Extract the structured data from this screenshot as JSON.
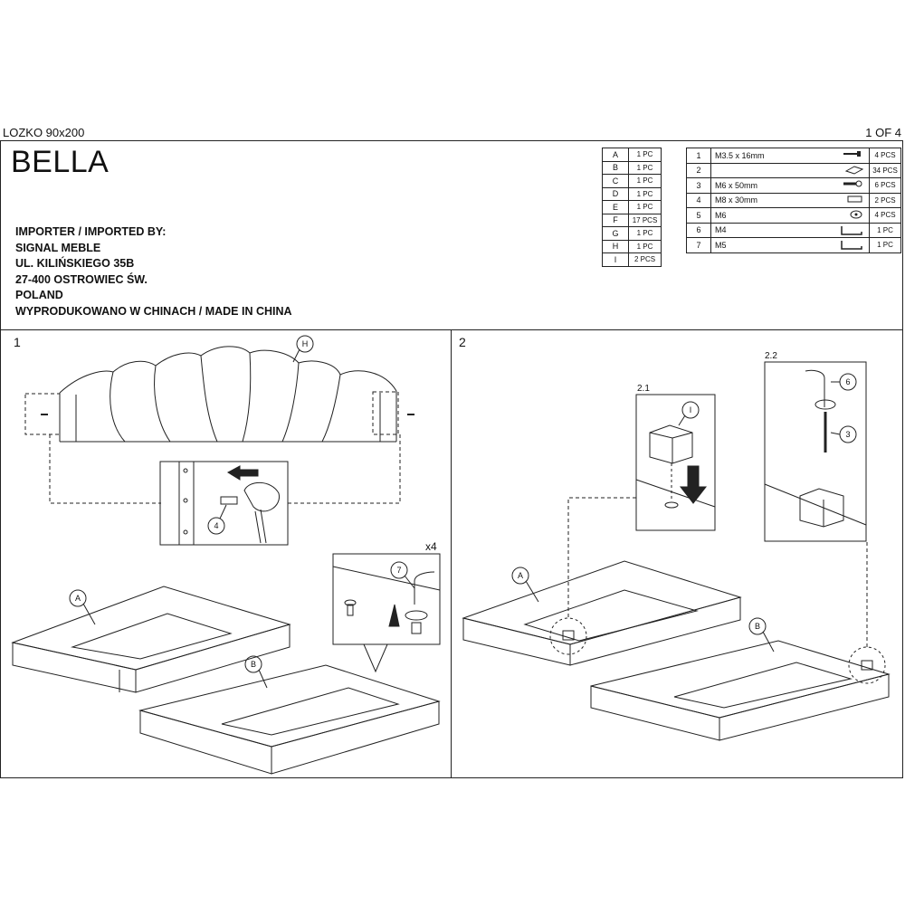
{
  "header": {
    "model": "LOZKO 90x200",
    "page": "1 OF 4"
  },
  "title": "BELLA",
  "importer": [
    "IMPORTER / IMPORTED BY:",
    "SIGNAL MEBLE",
    "UL. KILIŃSKIEGO 35B",
    "27-400 OSTROWIEC ŚW.",
    "POLAND",
    "WYPRODUKOWANO W CHINACH / MADE IN CHINA"
  ],
  "parts": [
    {
      "id": "A",
      "qty": "1 PC"
    },
    {
      "id": "B",
      "qty": "1 PC"
    },
    {
      "id": "C",
      "qty": "1 PC"
    },
    {
      "id": "D",
      "qty": "1 PC"
    },
    {
      "id": "E",
      "qty": "1 PC"
    },
    {
      "id": "F",
      "qty": "17 PCS"
    },
    {
      "id": "G",
      "qty": "1 PC"
    },
    {
      "id": "H",
      "qty": "1 PC"
    },
    {
      "id": "I",
      "qty": "2 PCS"
    }
  ],
  "hardware": [
    {
      "no": "1",
      "desc": "M3.5 x 16mm",
      "qty": "4 PCS",
      "icon": "screw-icon"
    },
    {
      "no": "2",
      "desc": "",
      "qty": "34 PCS",
      "icon": "bracket-icon"
    },
    {
      "no": "3",
      "desc": "M6 x 50mm",
      "qty": "6 PCS",
      "icon": "bolt-icon"
    },
    {
      "no": "4",
      "desc": "M8 x 30mm",
      "qty": "2 PCS",
      "icon": "dowel-icon"
    },
    {
      "no": "5",
      "desc": "M6",
      "qty": "4 PCS",
      "icon": "washer-icon"
    },
    {
      "no": "6",
      "desc": "M4",
      "qty": "1 PC",
      "icon": "allen-key-icon"
    },
    {
      "no": "7",
      "desc": "M5",
      "qty": "1 PC",
      "icon": "allen-key-icon"
    }
  ],
  "steps": {
    "step1": "1",
    "step2": "2",
    "sub21": "2.1",
    "sub22": "2.2",
    "times": "x4"
  },
  "callouts": {
    "H": "H",
    "four": "4",
    "A": "A",
    "B": "B",
    "seven": "7",
    "I": "I",
    "six": "6",
    "three": "3"
  }
}
